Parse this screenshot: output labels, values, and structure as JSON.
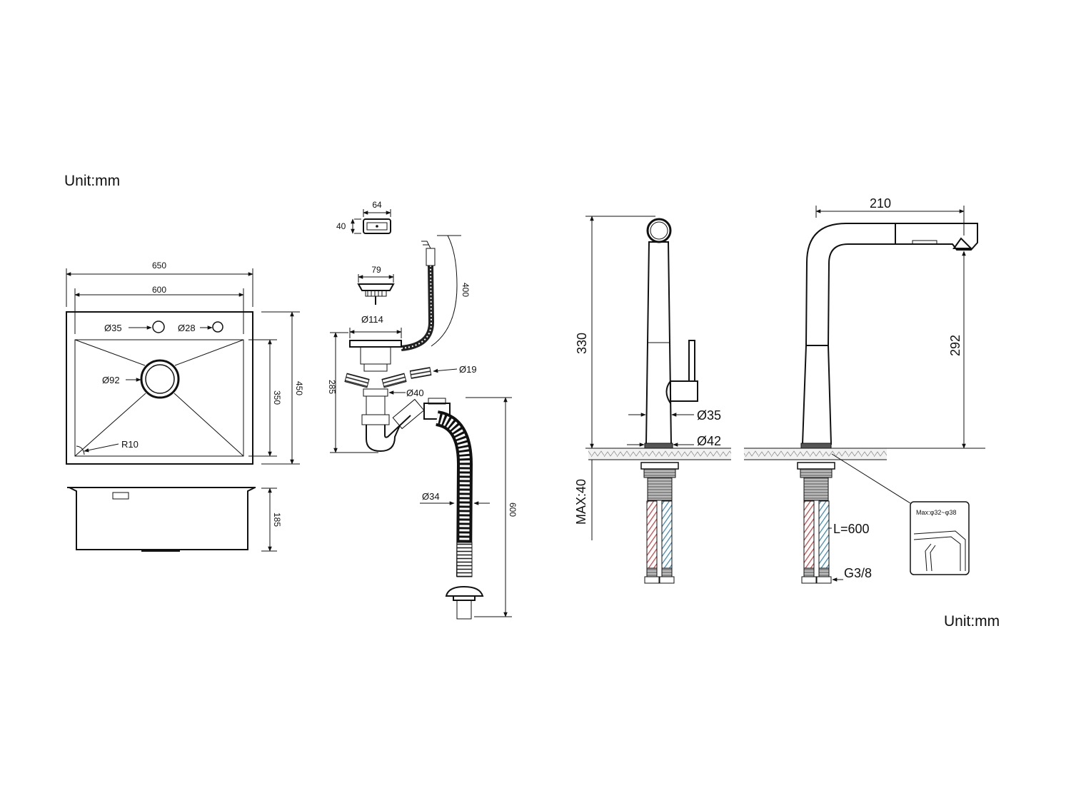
{
  "units": {
    "top": "Unit:mm",
    "bottom": "Unit:mm"
  },
  "sink": {
    "width_outer": "650",
    "width_inner": "600",
    "height_outer": "450",
    "height_inner": "350",
    "depth": "185",
    "hole_left": "Ø35",
    "hole_right": "Ø28",
    "drain": "Ø92",
    "corner_radius": "R10"
  },
  "drain_kit": {
    "plug_width": "64",
    "plug_height": "40",
    "basket": "79",
    "overflow_length": "400",
    "flange": "Ø114",
    "assembly_height": "285",
    "overflow_tube": "Ø19",
    "trap_pipe": "Ø40",
    "hose": "Ø34",
    "hose_length": "600"
  },
  "faucet_side": {
    "height": "330",
    "body": "Ø35",
    "base": "Ø42",
    "max_thickness": "MAX:40"
  },
  "faucet_front": {
    "reach": "210",
    "spout_height": "292",
    "hose_length": "L=600",
    "thread": "G3/8",
    "hole_range": "Max:φ32~φ38"
  }
}
